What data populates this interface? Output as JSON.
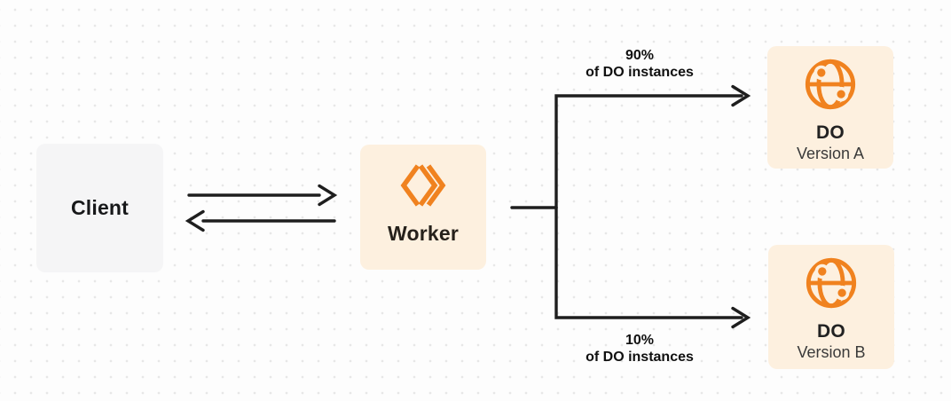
{
  "diagram": {
    "nodes": {
      "client": {
        "label": "Client"
      },
      "worker": {
        "label": "Worker"
      },
      "do_version_a": {
        "title": "DO",
        "subtitle": "Version A"
      },
      "do_version_b": {
        "title": "DO",
        "subtitle": "Version B"
      }
    },
    "edges": {
      "worker_to_version_a": {
        "percent": "90%",
        "caption": "of DO instances"
      },
      "worker_to_version_b": {
        "percent": "10%",
        "caption": "of DO instances"
      }
    },
    "icons": {
      "worker": "workers-chevrons-icon",
      "durable_object": "globe-icon"
    },
    "colors": {
      "accent_orange": "#F0821F",
      "orange_box_bg": "#FDF0DF",
      "client_box_bg": "#F5F5F6",
      "connector_line": "#1E1E1E",
      "label_text": "#17181A",
      "subtitle_text": "#3A3A3A",
      "dot_grid": "#E7E7E7",
      "background": "#FDFDFD"
    }
  }
}
